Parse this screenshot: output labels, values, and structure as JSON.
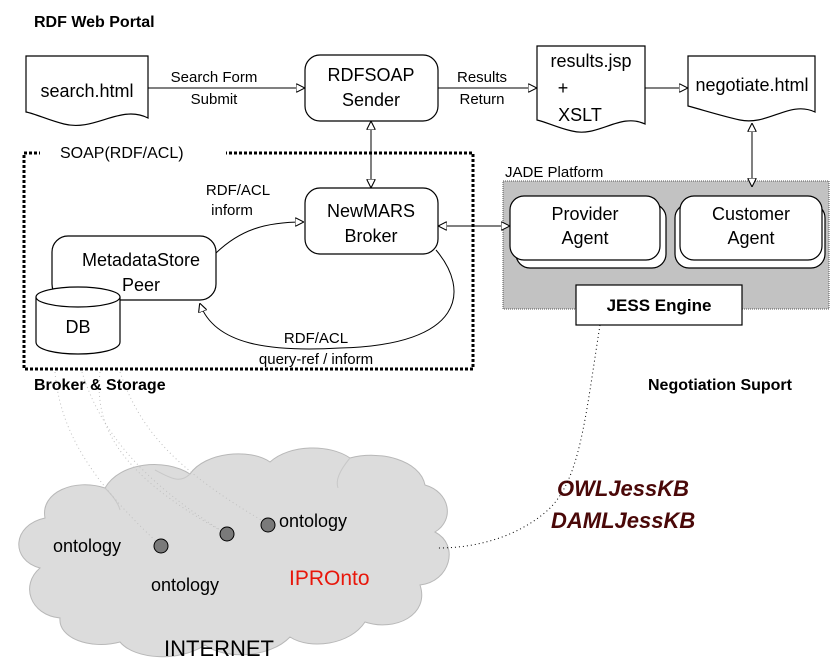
{
  "portal": {
    "title": "RDF Web Portal"
  },
  "nodes": {
    "search": "search.html",
    "rdfsoap": [
      "RDFSOAP",
      "Sender"
    ],
    "results": [
      "results.jsp",
      "+",
      "XSLT"
    ],
    "negotiate": "negotiate.html",
    "broker": [
      "NewMARS",
      "Broker"
    ],
    "metadata": [
      "MetadataStore",
      "Peer"
    ],
    "db": "DB",
    "provider": [
      "Provider",
      "Agent"
    ],
    "customer": [
      "Customer",
      "Agent"
    ],
    "jess": "JESS Engine"
  },
  "edges": {
    "search_submit": [
      "Search Form",
      "Submit"
    ],
    "results_return": [
      "Results",
      "Return"
    ],
    "rdfacl_inform": [
      "RDF/ACL",
      "inform"
    ],
    "rdfacl_query": [
      "RDF/ACL",
      "query-ref / inform"
    ]
  },
  "regions": {
    "soap": "SOAP(RDF/ACL)",
    "broker_storage": "Broker & Storage",
    "jade": "JADE Platform",
    "negotiation": "Negotiation Suport"
  },
  "kb": [
    "OWLJessKB",
    "DAMLJessKB"
  ],
  "internet": {
    "label": "INTERNET",
    "ontology_labels": [
      "ontology",
      "ontology",
      "ontology"
    ],
    "ipronto": "IPROnto"
  },
  "colors": {
    "kb_text": "#4a0808",
    "ipronto": "#e8170b",
    "jade_fill": "#c2c2c2",
    "cloud_fill": "#dcdcdc",
    "dot_fill": "#7a7a7a"
  }
}
